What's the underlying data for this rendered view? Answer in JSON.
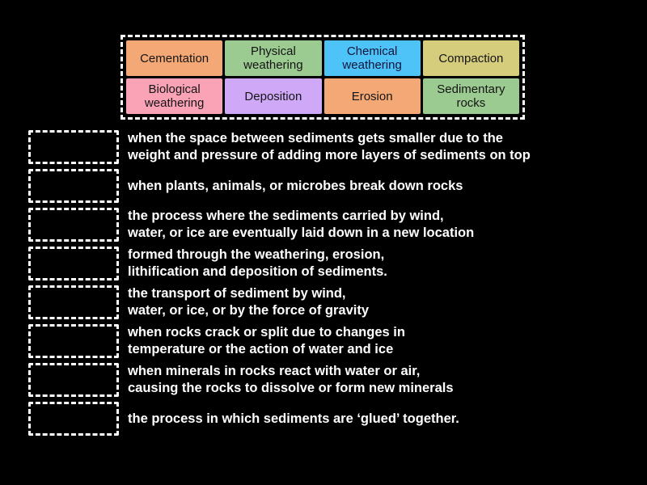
{
  "activity": {
    "type": "match-up-drag-and-drop",
    "background_color": "#000000"
  },
  "word_bank": {
    "border_style": "dashed-white",
    "rows": [
      [
        {
          "label": "Cementation",
          "color": "#f4a875",
          "text_color": "#141414"
        },
        {
          "label": "Physical\nweathering",
          "color": "#9ccb91",
          "text_color": "#141414"
        },
        {
          "label": "Chemical\nweathering",
          "color": "#4ec3f7",
          "text_color": "#10143c"
        },
        {
          "label": "Compaction",
          "color": "#d6cd7c",
          "text_color": "#141414"
        }
      ],
      [
        {
          "label": "Biological\nweathering",
          "color": "#fba3b6",
          "text_color": "#141414"
        },
        {
          "label": "Deposition",
          "color": "#cfa9f7",
          "text_color": "#141414"
        },
        {
          "label": "Erosion",
          "color": "#f4a875",
          "text_color": "#141414"
        },
        {
          "label": "Sedimentary\nrocks",
          "color": "#9ccb91",
          "text_color": "#141414"
        }
      ]
    ]
  },
  "definitions": [
    {
      "text": "when the space between sediments gets smaller due to the\nweight and pressure of adding more layers of sediments on top"
    },
    {
      "text": "when plants, animals, or microbes break down rocks"
    },
    {
      "text": "the process where the sediments carried by wind,\nwater, or ice are eventually laid down in a new location"
    },
    {
      "text": "formed through the weathering, erosion,\nlithification and deposition of sediments."
    },
    {
      "text": "the transport of sediment by wind,\nwater, or ice, or by the force of gravity"
    },
    {
      "text": "when rocks crack or split due to changes in\ntemperature or the action of water and ice"
    },
    {
      "text": "when minerals in rocks react with water or air,\ncausing the rocks to dissolve or form new minerals"
    },
    {
      "text": "the process in which sediments are ‘glued’ together."
    }
  ]
}
